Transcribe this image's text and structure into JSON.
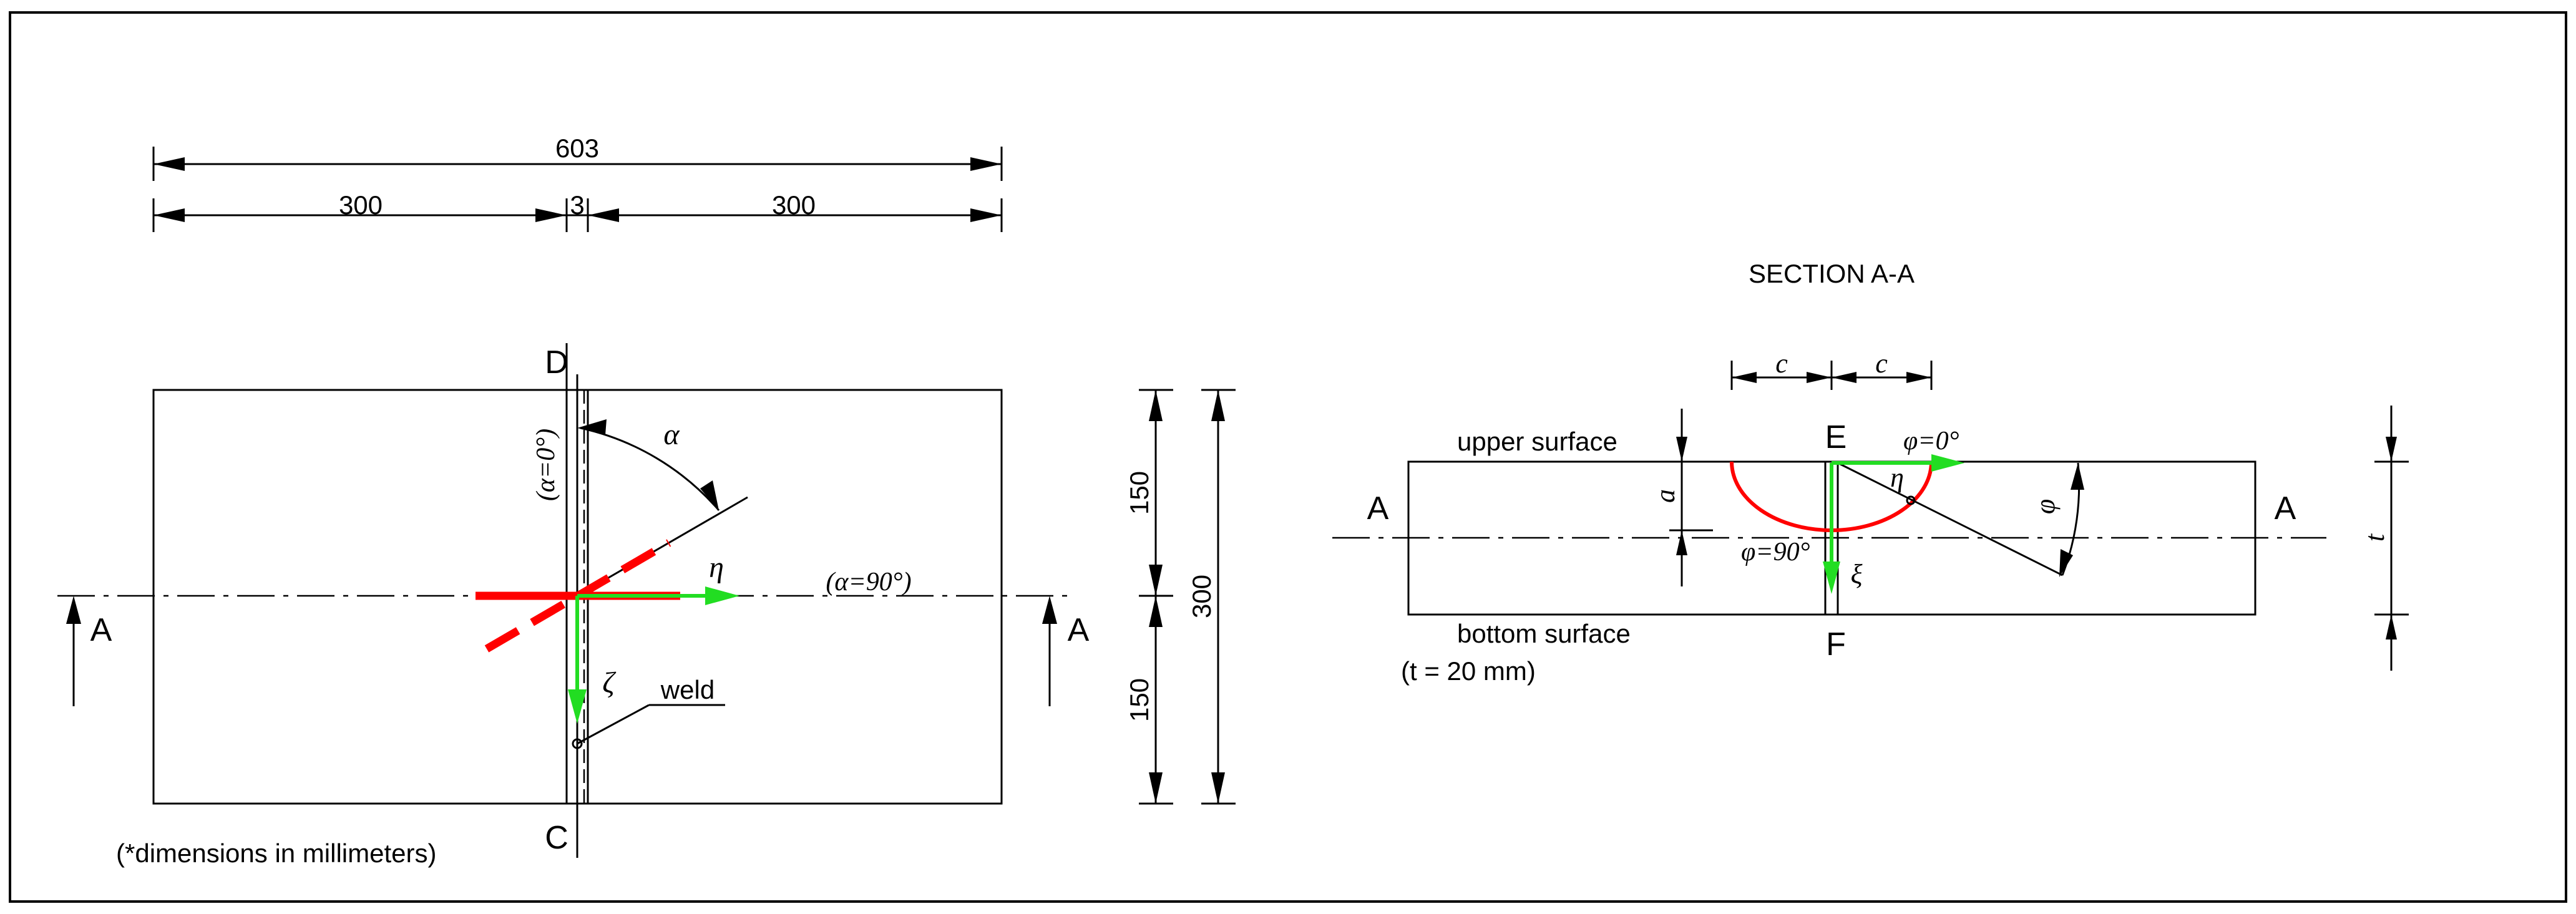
{
  "colors": {
    "line": "#000000",
    "crack": "#ff0000",
    "axis_arrow": "#22dd22"
  },
  "top_view": {
    "dims": {
      "total": "603",
      "left": "300",
      "gap": "3",
      "right": "300",
      "upper_half": "150",
      "lower_half": "150",
      "height": "300"
    },
    "labels": {
      "top_point": "D",
      "bottom_point": "C",
      "section_left": "A",
      "section_right": "A",
      "alpha": "α",
      "alpha_zero": "(α=0°)",
      "alpha_ninety": "(α=90°)",
      "eta": "η",
      "zeta": "ζ",
      "weld": "weld"
    },
    "note": "(*dimensions in millimeters)"
  },
  "section_view": {
    "title": "SECTION A-A",
    "labels": {
      "c_left": "c",
      "c_right": "c",
      "upper_surface": "upper surface",
      "bottom_surface": "bottom surface",
      "thickness_note": "(t = 20 mm)",
      "top_point": "E",
      "bottom_point": "F",
      "end_left": "A",
      "end_right": "A",
      "depth": "a",
      "phi_zero": "φ=0°",
      "phi_ninety": "φ=90°",
      "eta": "η",
      "xi": "ξ",
      "phi": "φ",
      "thickness": "t"
    }
  }
}
